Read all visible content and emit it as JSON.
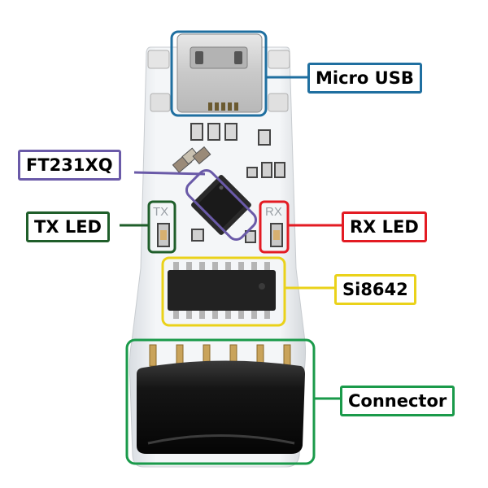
{
  "colors": {
    "micro_usb": "#1f6fa0",
    "ft231xq": "#6a5aa8",
    "tx_led": "#1f5e2a",
    "rx_led": "#e31b23",
    "si8642": "#ead21a",
    "connector": "#1a9a4a"
  },
  "labels": {
    "micro_usb": "Micro USB",
    "ft231xq": "FT231XQ",
    "tx_led": "TX LED",
    "rx_led": "RX LED",
    "si8642": "Si8642",
    "connector": "Connector"
  },
  "silkscreen": {
    "tx": "TX",
    "rx": "RX"
  }
}
